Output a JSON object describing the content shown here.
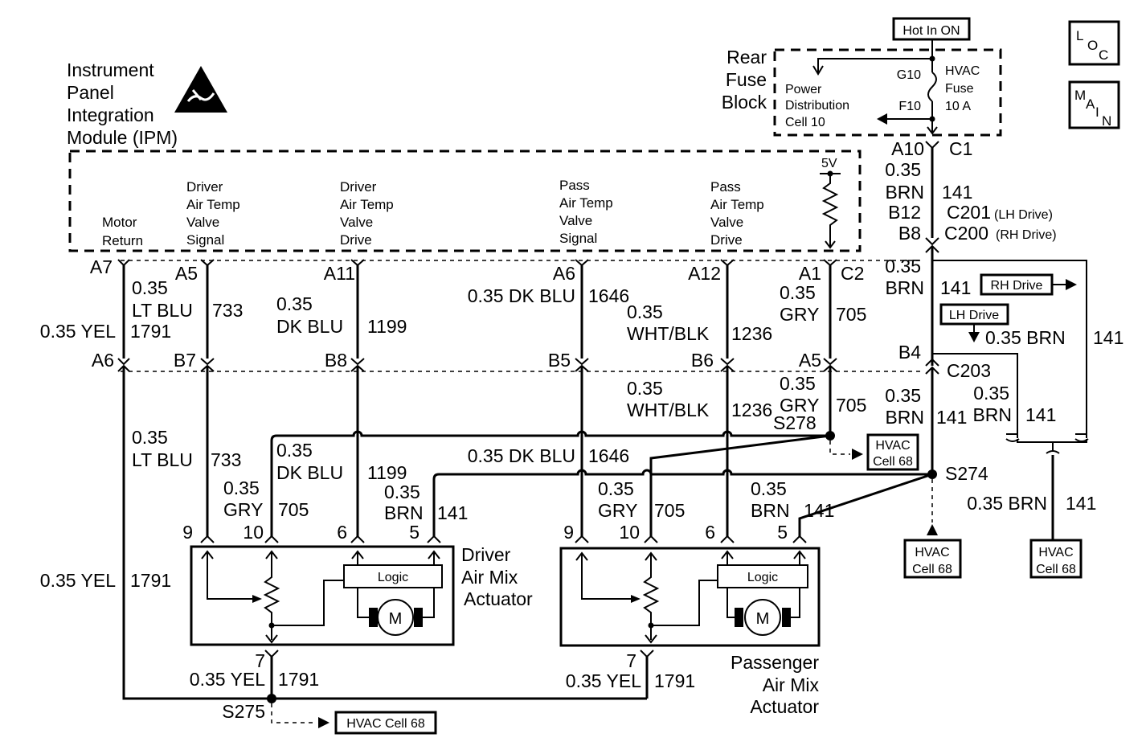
{
  "ipm": {
    "title": [
      "Instrument",
      "Panel",
      "Integration",
      "Module (IPM)"
    ],
    "voltage": "5V",
    "functions": {
      "motor_return": [
        "Motor",
        "Return"
      ],
      "driver_signal": [
        "Driver",
        "Air Temp",
        "Valve",
        "Signal"
      ],
      "driver_drive": [
        "Driver",
        "Air Temp",
        "Valve",
        "Drive"
      ],
      "pass_signal": [
        "Pass",
        "Air Temp",
        "Valve",
        "Signal"
      ],
      "pass_drive": [
        "Pass",
        "Air Temp",
        "Valve",
        "Drive"
      ]
    },
    "pins_c2": {
      "a7": "A7",
      "a5": "A5",
      "a11": "A11",
      "a6": "A6",
      "a12": "A12",
      "a1": "A1",
      "conn": "C2"
    }
  },
  "fuse_block": {
    "title": [
      "Rear",
      "Fuse",
      "Block"
    ],
    "hot_label": "Hot In ON",
    "pdc": [
      "Power",
      "Distribution",
      "Cell 10"
    ],
    "fuse": [
      "HVAC",
      "Fuse",
      "10 A"
    ],
    "g10": "G10",
    "f10": "F10",
    "a10": "A10",
    "c1": "C1"
  },
  "badges": {
    "loc": {
      "l": "L",
      "o": "O",
      "c": "C"
    },
    "main": {
      "m": "M",
      "a": "A",
      "i": "I",
      "n": "N"
    }
  },
  "connectors": {
    "b12": "B12",
    "c201": "C201",
    "lh_drive_paren": "(LH Drive)",
    "b8": "B8",
    "c200": "C200",
    "rh_drive_paren": "(RH Drive)",
    "a6": "A6",
    "b7": "B7",
    "b8_lower": "B8",
    "b5": "B5",
    "b6": "B6",
    "a5": "A5",
    "b4": "B4",
    "c203": "C203"
  },
  "wires": {
    "gauge": "0.35",
    "yel": "0.35 YEL",
    "yel_code": "1791",
    "lt_blu": "LT BLU",
    "lt_blu_code": "733",
    "dk_blu": "DK BLU",
    "dk_blu_full": "0.35 DK BLU",
    "dk_blu_code": "1199",
    "dk_blu_code2": "1646",
    "wht_blk": "WHT/BLK",
    "wht_blk_code": "1236",
    "gry": "GRY",
    "gry_code": "705",
    "brn": "BRN",
    "brn_full": "0.35 BRN",
    "brn_code": "141"
  },
  "splices": {
    "s278": "S278",
    "s274": "S274",
    "s275": "S275"
  },
  "refs": {
    "rh_drive": "RH Drive",
    "lh_drive": "LH Drive",
    "hvac": "HVAC",
    "cell68": "Cell 68",
    "hvac_cell68": "HVAC Cell 68"
  },
  "actuators": {
    "driver": {
      "title": [
        "Driver",
        "Air Mix",
        "Actuator"
      ],
      "pins": [
        "9",
        "10",
        "6",
        "5",
        "7"
      ]
    },
    "passenger": {
      "title": [
        "Passenger",
        "Air Mix",
        "Actuator"
      ],
      "pins": [
        "9",
        "10",
        "6",
        "5",
        "7"
      ]
    },
    "logic": "Logic",
    "motor": "M"
  }
}
